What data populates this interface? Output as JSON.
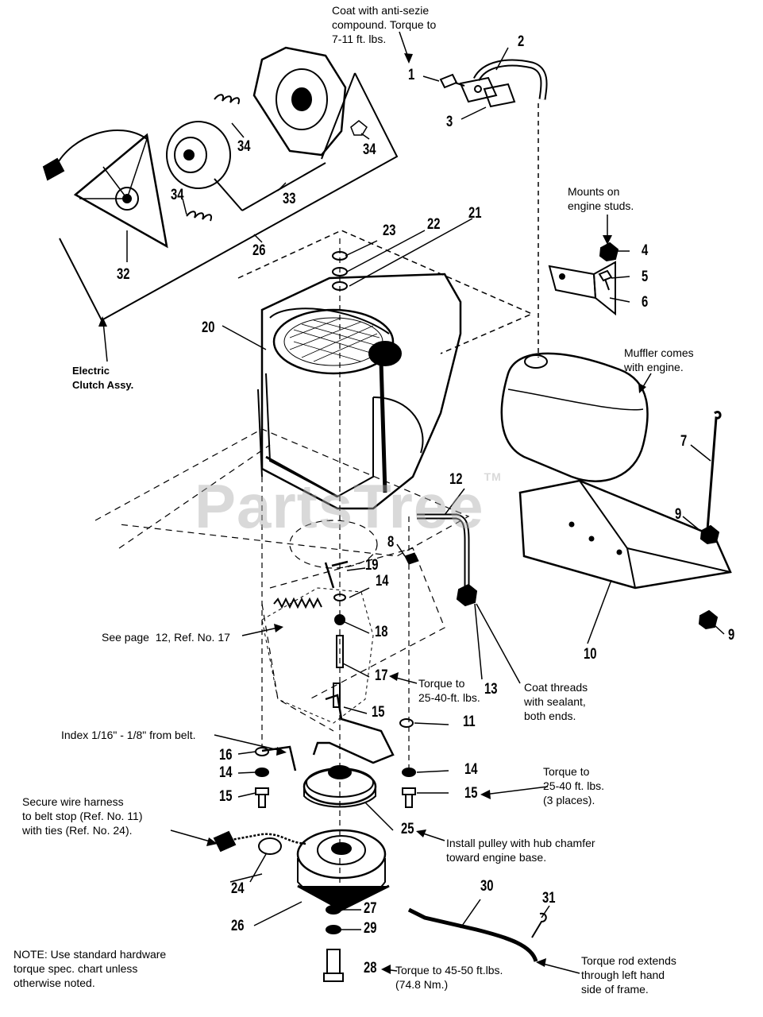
{
  "notes": {
    "anti_seize": "Coat with anti-sezie\ncompound. Torque to\n7-11 ft. lbs.",
    "mounts": "Mounts on\nengine studs.",
    "muffler": "Muffler comes\nwith engine.",
    "clutch_assy": "Electric\nClutch Assy.",
    "see_page": "See page  12, Ref. No. 17",
    "torque_17": "Torque to\n25-40-ft. lbs.",
    "coat_threads": "Coat threads\nwith sealant,\nboth ends.",
    "index": "Index 1/16\" - 1/8\" from belt.",
    "torque_15": "Torque to\n25-40 ft. lbs.\n(3 places).",
    "secure_harness": "Secure wire harness\nto belt stop (Ref. No. 11)\nwith ties (Ref. No. 24).",
    "install_pulley": "Install pulley with hub chamfer\ntoward engine base.",
    "torque_28": "Torque to 45-50 ft.lbs.\n(74.8 Nm.)",
    "torque_rod": "Torque rod extends\nthrough left hand\nside of frame.",
    "hardware_note": "NOTE: Use standard hardware\ntorque spec. chart unless\notherwise noted."
  },
  "watermark": {
    "text": "PartsTree",
    "mark": "TM"
  },
  "callouts": {
    "c1": "1",
    "c2": "2",
    "c3": "3",
    "c4": "4",
    "c5": "5",
    "c6": "6",
    "c7": "7",
    "c8": "8",
    "c9a": "9",
    "c9b": "9",
    "c10": "10",
    "c11": "11",
    "c12": "12",
    "c13": "13",
    "c14a": "14",
    "c14b": "14",
    "c14c": "14",
    "c15a": "15",
    "c15b": "15",
    "c15c": "15",
    "c16": "16",
    "c17": "17",
    "c18": "18",
    "c19": "19",
    "c20": "20",
    "c21": "21",
    "c22": "22",
    "c23": "23",
    "c24": "24",
    "c25": "25",
    "c26a": "26",
    "c26b": "26",
    "c27": "27",
    "c28": "28",
    "c29": "29",
    "c30": "30",
    "c31": "31",
    "c32": "32",
    "c33": "33",
    "c34a": "34",
    "c34b": "34",
    "c34c": "34"
  }
}
